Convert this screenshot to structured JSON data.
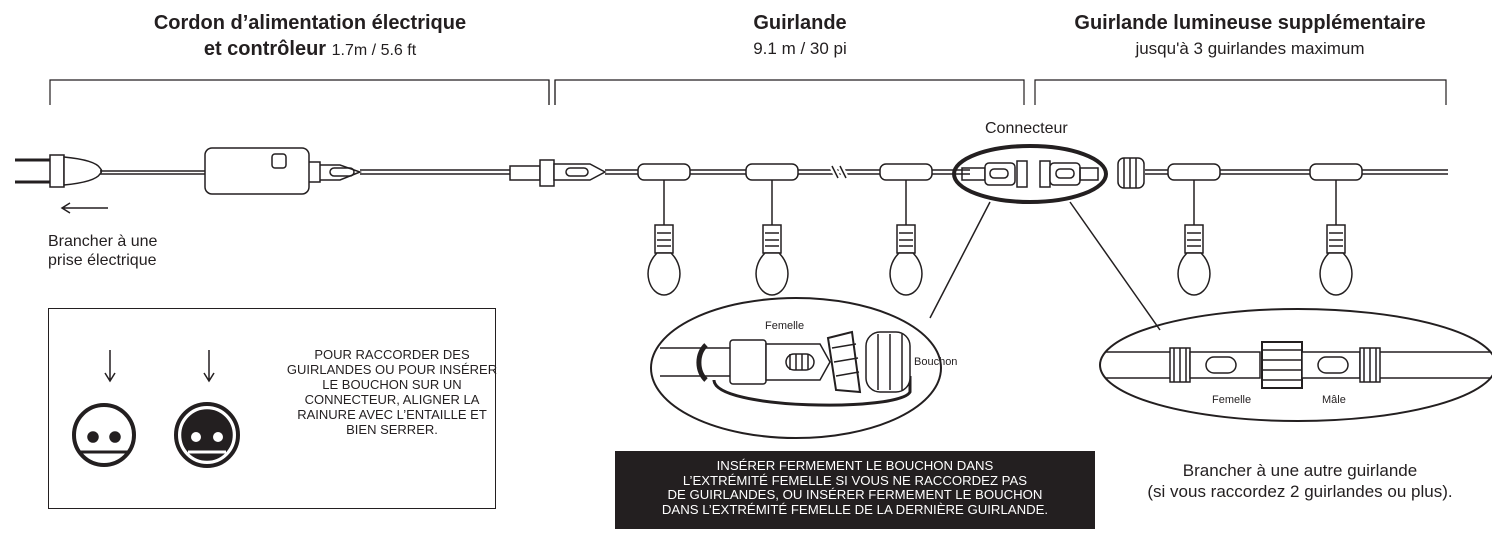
{
  "sections": {
    "power_cord": {
      "title_line1": "Cordon d’alimentation électrique",
      "title_line2": "et contrôleur",
      "length": "1.7m / 5.6 ft"
    },
    "string": {
      "title": "Guirlande",
      "length": "9.1 m / 30 pi"
    },
    "extra_string": {
      "title": "Guirlande lumineuse supplémentaire",
      "subtitle": "jusqu'à 3 guirlandes maximum"
    }
  },
  "labels": {
    "connector": "Connecteur",
    "plug_line1": "Brancher à une",
    "plug_line2": "prise électrique",
    "female_left": "Femelle",
    "cap": "Bouchon",
    "female_right": "Femelle",
    "male_right": "Mâle"
  },
  "notes": {
    "align": "POUR RACCORDER DES GUIRLANDES OU POUR INSÉRER LE BOUCHON SUR UN CONNECTEUR, ALIGNER LA RAINURE AVEC L’ENTAILLE ET BIEN SERRER.",
    "cap_line1": "INSÉRER FERMEMENT LE BOUCHON DANS",
    "cap_line2": "L’EXTRÉMITÉ FEMELLE SI VOUS NE RACCORDEZ PAS",
    "cap_line3": "DE GUIRLANDES, OU INSÉRER FERMEMENT LE BOUCHON",
    "cap_line4": "DANS L’EXTRÉMITÉ FEMELLE DE LA DERNIÈRE GUIRLANDE.",
    "connect_line1": "Brancher à une autre guirlande",
    "connect_line2": "(si vous raccordez 2 guirlandes ou plus)."
  },
  "colors": {
    "ink": "#231f20",
    "paper": "#ffffff"
  }
}
